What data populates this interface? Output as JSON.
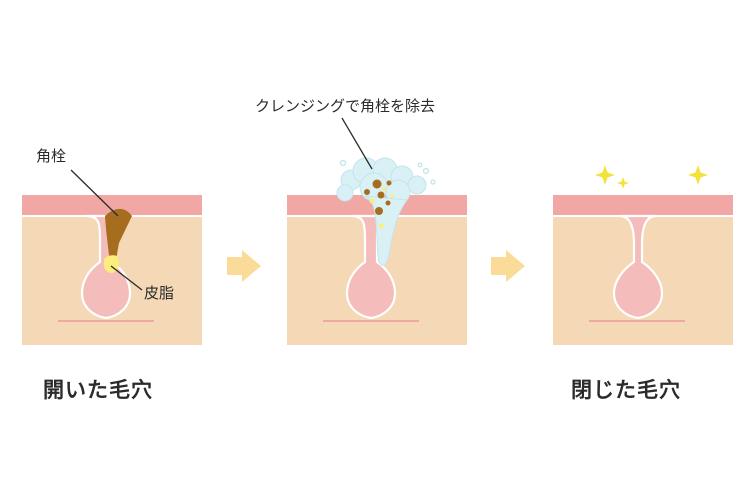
{
  "labels": {
    "plug": "角栓",
    "sebum": "皮脂",
    "cleansing": "クレンジングで角栓を除去"
  },
  "captions": {
    "open_pore": "開いた毛穴",
    "closed_pore": "閉じた毛穴"
  },
  "colors": {
    "skin": "#f5d9b6",
    "skin_top": "#f1a7a3",
    "follicle": "#f4bcbb",
    "plug": "#a66d1f",
    "sebum": "#fbee7e",
    "foam": "#d9f0f5",
    "arrow": "#fbdb98",
    "sparkle": "#f3e23a"
  }
}
